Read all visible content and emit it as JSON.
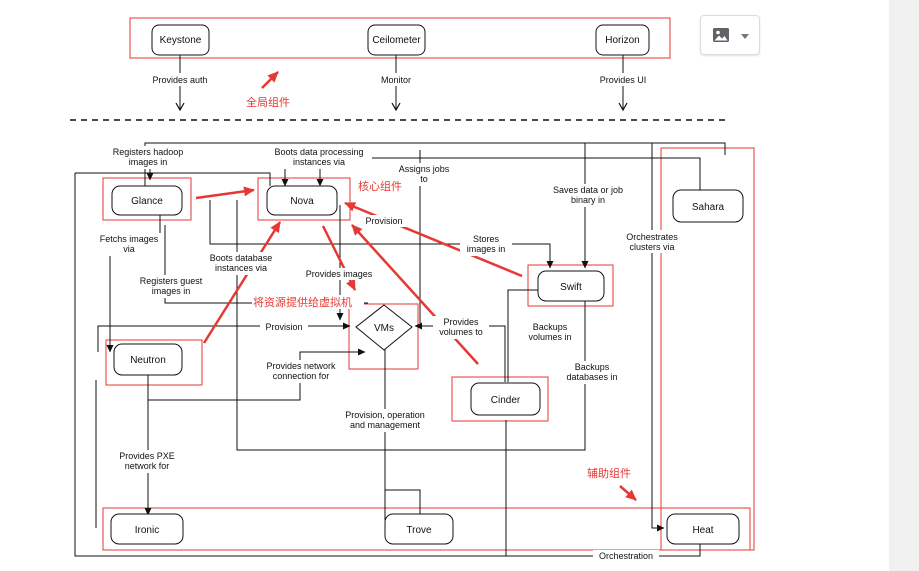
{
  "nodes": {
    "keystone": "Keystone",
    "ceilometer": "Ceilometer",
    "horizon": "Horizon",
    "glance": "Glance",
    "nova": "Nova",
    "sahara": "Sahara",
    "swift": "Swift",
    "vms": "VMs",
    "neutron": "Neutron",
    "cinder": "Cinder",
    "ironic": "Ironic",
    "trove": "Trove",
    "heat": "Heat"
  },
  "edge_labels": {
    "provides_auth": "Provides auth",
    "monitor": "Monitor",
    "provides_ui": "Provides UI",
    "registers_hadoop_1": "Registers hadoop",
    "registers_hadoop_2": "images in",
    "boots_data_1": "Boots data processing",
    "boots_data_2": "instances via",
    "assigns_jobs_1": "Assigns jobs",
    "assigns_jobs_2": "to",
    "saves_data_1": "Saves data or job",
    "saves_data_2": "binary in",
    "provision_top": "Provision",
    "fetchs_1": "Fetchs images",
    "fetchs_2": "via",
    "stores_1": "Stores",
    "stores_2": "images in",
    "orchestrates_1": "Orchestrates",
    "orchestrates_2": "clusters via",
    "boots_db_1": "Boots database",
    "boots_db_2": "instances via",
    "registers_guest_1": "Registers guest",
    "registers_guest_2": "images in",
    "provides_images": "Provides images",
    "provision_mid": "Provision",
    "provides_volumes_1": "Provides",
    "provides_volumes_2": "volumes to",
    "backups_volumes_1": "Backups",
    "backups_volumes_2": "volumes in",
    "provides_network_1": "Provides network",
    "provides_network_2": "connection for",
    "backups_db_1": "Backups",
    "backups_db_2": "databases in",
    "provision_op_1": "Provision, operation",
    "provision_op_2": "and management",
    "provides_pxe_1": "Provides PXE",
    "provides_pxe_2": "network for",
    "orchestration": "Orchestration"
  },
  "annotations": {
    "global": "全局组件",
    "core": "核心组件",
    "provide_vm": "将资源提供给虚拟机",
    "aux": "辅助组件"
  },
  "colors": {
    "annotation_red": "#e53935",
    "line": "#111111",
    "sidebar": "#f1f1f1"
  },
  "toolbar": {
    "insert_image_icon": "image-icon",
    "dropdown_icon": "chevron-down-icon"
  }
}
